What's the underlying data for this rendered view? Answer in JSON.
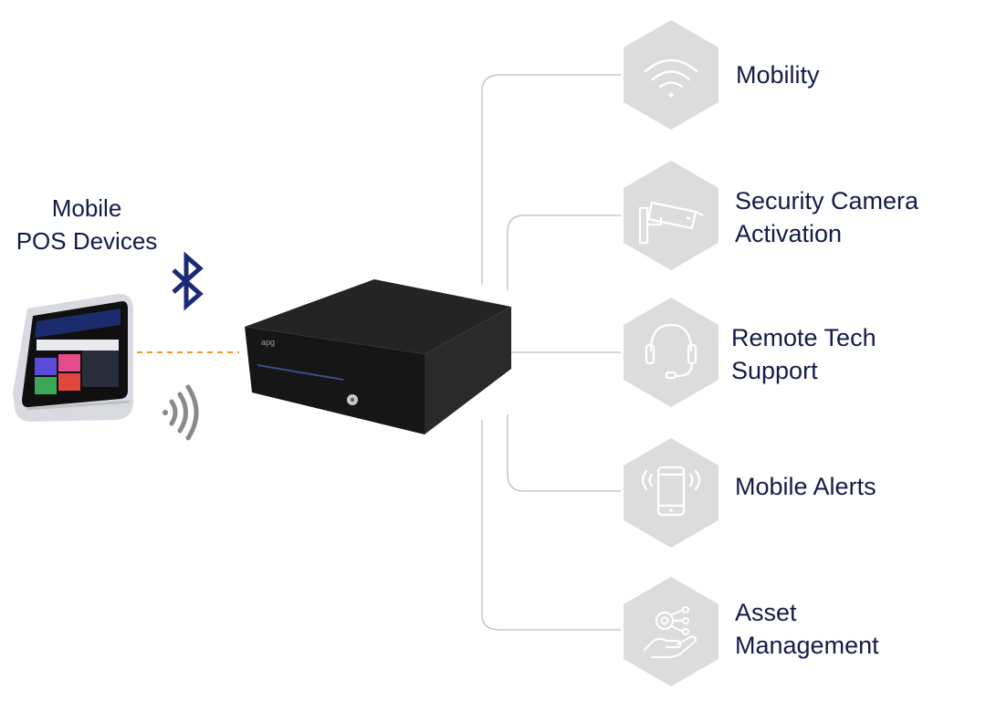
{
  "mobile_group": {
    "title_lines": [
      "Mobile",
      "POS Devices"
    ],
    "device_screen": {
      "tiles": [
        {
          "icon": "x-mark-icon",
          "color": "#5b4bd6"
        },
        {
          "icon": "swap-icon",
          "color": "#e64b8a"
        },
        {
          "icon": "gear-icon",
          "color": "#3aa856"
        },
        {
          "icon": "device-icon",
          "color": "#e2463f"
        }
      ],
      "header_color": "#1c2b6b"
    },
    "connection_icons": [
      "bluetooth-icon",
      "nfc-icon"
    ]
  },
  "cash_drawer": {
    "brand_mark": "apg"
  },
  "features": [
    {
      "icon": "wifi-icon",
      "label_lines": [
        "Mobility"
      ]
    },
    {
      "icon": "security-camera-icon",
      "label_lines": [
        "Security Camera",
        "Activation"
      ]
    },
    {
      "icon": "headset-icon",
      "label_lines": [
        "Remote Tech",
        "Support"
      ]
    },
    {
      "icon": "smartphone-alert-icon",
      "label_lines": [
        "Mobile Alerts"
      ]
    },
    {
      "icon": "asset-hand-icon",
      "label_lines": [
        "Asset",
        "Management"
      ]
    }
  ],
  "colors": {
    "text": "#141b47",
    "hexagon": "#dcdcdc",
    "icon_stroke": "#ffffff",
    "connector_line": "#bdbdbd",
    "dashed_link": "#f2982e",
    "bluetooth": "#1b2b73",
    "nfc": "#8a8a8a",
    "drawer_dark": "#1e1e1e"
  }
}
